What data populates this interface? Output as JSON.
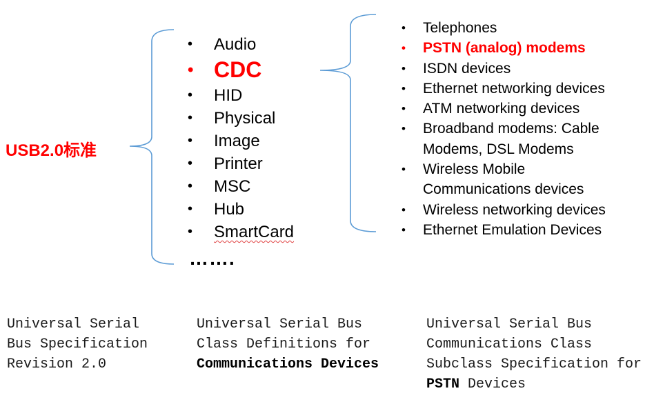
{
  "root": {
    "label": "USB2.0标准"
  },
  "device_classes": {
    "items": [
      {
        "label": "Audio",
        "highlight": false
      },
      {
        "label": "CDC",
        "highlight": true
      },
      {
        "label": "HID",
        "highlight": false
      },
      {
        "label": "Physical",
        "highlight": false
      },
      {
        "label": "Image",
        "highlight": false
      },
      {
        "label": "Printer",
        "highlight": false
      },
      {
        "label": "MSC",
        "highlight": false
      },
      {
        "label": "Hub",
        "highlight": false
      },
      {
        "label": "SmartCard",
        "highlight": false
      }
    ],
    "more": "……."
  },
  "cdc_subclasses": {
    "items": [
      {
        "lines": [
          "Telephones"
        ],
        "highlight": false
      },
      {
        "lines": [
          "PSTN (analog) modems"
        ],
        "highlight": true
      },
      {
        "lines": [
          "ISDN devices"
        ],
        "highlight": false
      },
      {
        "lines": [
          "Ethernet networking devices"
        ],
        "highlight": false
      },
      {
        "lines": [
          "ATM networking devices"
        ],
        "highlight": false
      },
      {
        "lines": [
          "Broadband modems: Cable",
          "Modems, DSL Modems"
        ],
        "highlight": false
      },
      {
        "lines": [
          "Wireless Mobile",
          "Communications devices"
        ],
        "highlight": false
      },
      {
        "lines": [
          "Wireless networking devices"
        ],
        "highlight": false
      },
      {
        "lines": [
          "Ethernet Emulation Devices"
        ],
        "highlight": false
      }
    ]
  },
  "references": [
    {
      "line1": "Universal Serial",
      "line2": "Bus Specification",
      "line3": "Revision 2.0",
      "line4": ""
    },
    {
      "line1": "Universal Serial Bus",
      "line2": "Class Definitions for",
      "line3_bold": "Communications Devices",
      "line4": ""
    },
    {
      "line1": "Universal Serial Bus",
      "line2": "Communications Class",
      "line3": "Subclass Specification for",
      "line4_bold": "PSTN",
      "line4_rest": " Devices"
    }
  ],
  "colors": {
    "highlight": "#ff0000",
    "brace": "#5b9bd5",
    "text": "#000000"
  },
  "bullet_glyph": "•"
}
